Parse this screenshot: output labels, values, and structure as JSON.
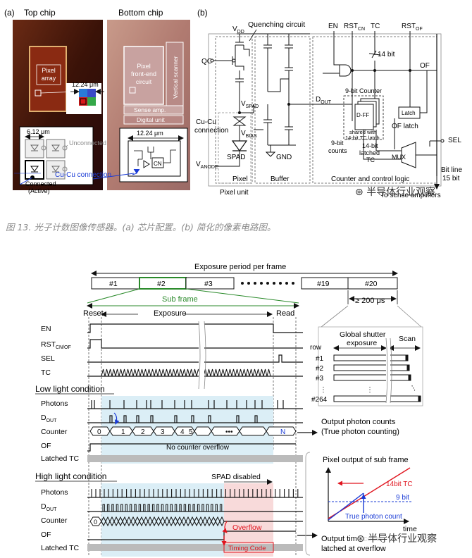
{
  "caption": "图 13. 光子计数图像传感器。(a) 芯片配置。(b) 简化的像素电路图。",
  "watermark": "半导体行业观察",
  "panel_a": {
    "label": "(a)",
    "top_chip": "Top chip",
    "bottom_chip": "Bottom chip",
    "pixel_array_1": "Pixel",
    "pixel_array_2": "array",
    "size_top": "12.24 μm",
    "pixel_frontend_1": "Pixel",
    "pixel_frontend_2": "front-end",
    "pixel_frontend_3": "circuit",
    "vertical_scanner": "Vertical scanner",
    "sense_amp": "Sense amp.",
    "digital_unit": "Digital unit",
    "size_small": "6.12 μm",
    "unconnected": "Unconnected",
    "connected_1": "Connected",
    "connected_2": "(Active)",
    "size_bottom": "12.24 μm",
    "cn": "CN",
    "cucu": "Cu-Cu connection"
  },
  "panel_b": {
    "label": "(b)",
    "vdd": "V",
    "vdd_sub": "DD",
    "quenching": "Quenching circuit",
    "qc": "QC",
    "en": "EN",
    "rst": "RST",
    "rst_sub": "CN",
    "tc": "TC",
    "rstof": "RST",
    "rstof_sub": "OF",
    "bits14": "14 bit",
    "of": "OF",
    "vspad": "V",
    "vspad_sub": "SPAD",
    "dout": "D",
    "dout_sub": "OUT",
    "counter9": "9-bit Counter",
    "dff": "D-FF",
    "shared1": "shared with",
    "shared2": "14-bit TC latch",
    "latch": "Latch",
    "of_latch": "OF latch",
    "cucu1": "Cu-Cu",
    "cucu2": "connection",
    "vbias": "V",
    "vbias_sub": "BIAS",
    "spad": "SPAD",
    "gnd": "GND",
    "counts1": "9-bit",
    "counts2": "counts",
    "tclatch1": "14-bit",
    "tclatch2": "latched",
    "tclatch3": "TC",
    "mux": "MUX",
    "sel": "SEL",
    "vanode": "V",
    "vanode_sub": "ANODE",
    "pixel": "Pixel",
    "buffer": "Buffer",
    "counter_logic": "Counter and control logic",
    "bitline1": "Bit line",
    "bitline2": "15 bit",
    "pixel_unit": "Pixel unit",
    "to_sense": "To sense amplifiers"
  },
  "timing": {
    "exposure_period": "Exposure period per frame",
    "frames": [
      "#1",
      "#2",
      "#3",
      "#19",
      "#20"
    ],
    "sub_frame": "Sub frame",
    "ge200": "≥ 200 μs",
    "reset": "Reset",
    "exposure": "Exposure",
    "read": "Read",
    "sig_en": "EN",
    "sig_rst": "RST",
    "sig_rst_sub": "CN/OF",
    "sig_sel": "SEL",
    "sig_tc": "TC",
    "low_light": "Low light condition",
    "photons": "Photons",
    "dout": "D",
    "dout_sub": "OUT",
    "counter": "Counter",
    "of": "OF",
    "latched_tc": "Latched TC",
    "count_labels": [
      "0",
      "1",
      "2",
      "3",
      "4",
      "5",
      "•••",
      "N"
    ],
    "output_counts_1": "Output photon counts",
    "output_counts_2": "(True photon counting)",
    "no_overflow": "No counter overflow",
    "high_light": "High light condition",
    "spad_disabled": "SPAD disabled",
    "overflow": "Overflow",
    "timing_code": "Timing Code",
    "output_time_1": "Output time code",
    "output_time_2": "latched at overflow",
    "global_shutter_1": "Global shutter",
    "global_shutter_2": "exposure",
    "scan": "Scan",
    "row": "row",
    "rows": [
      "#1",
      "#2",
      "#3",
      "⋮",
      "#264"
    ],
    "pixel_output": "Pixel output of sub frame",
    "tc14": "14bit TC",
    "bit9": "9 bit",
    "true_count": "True photon count",
    "time": "time"
  }
}
